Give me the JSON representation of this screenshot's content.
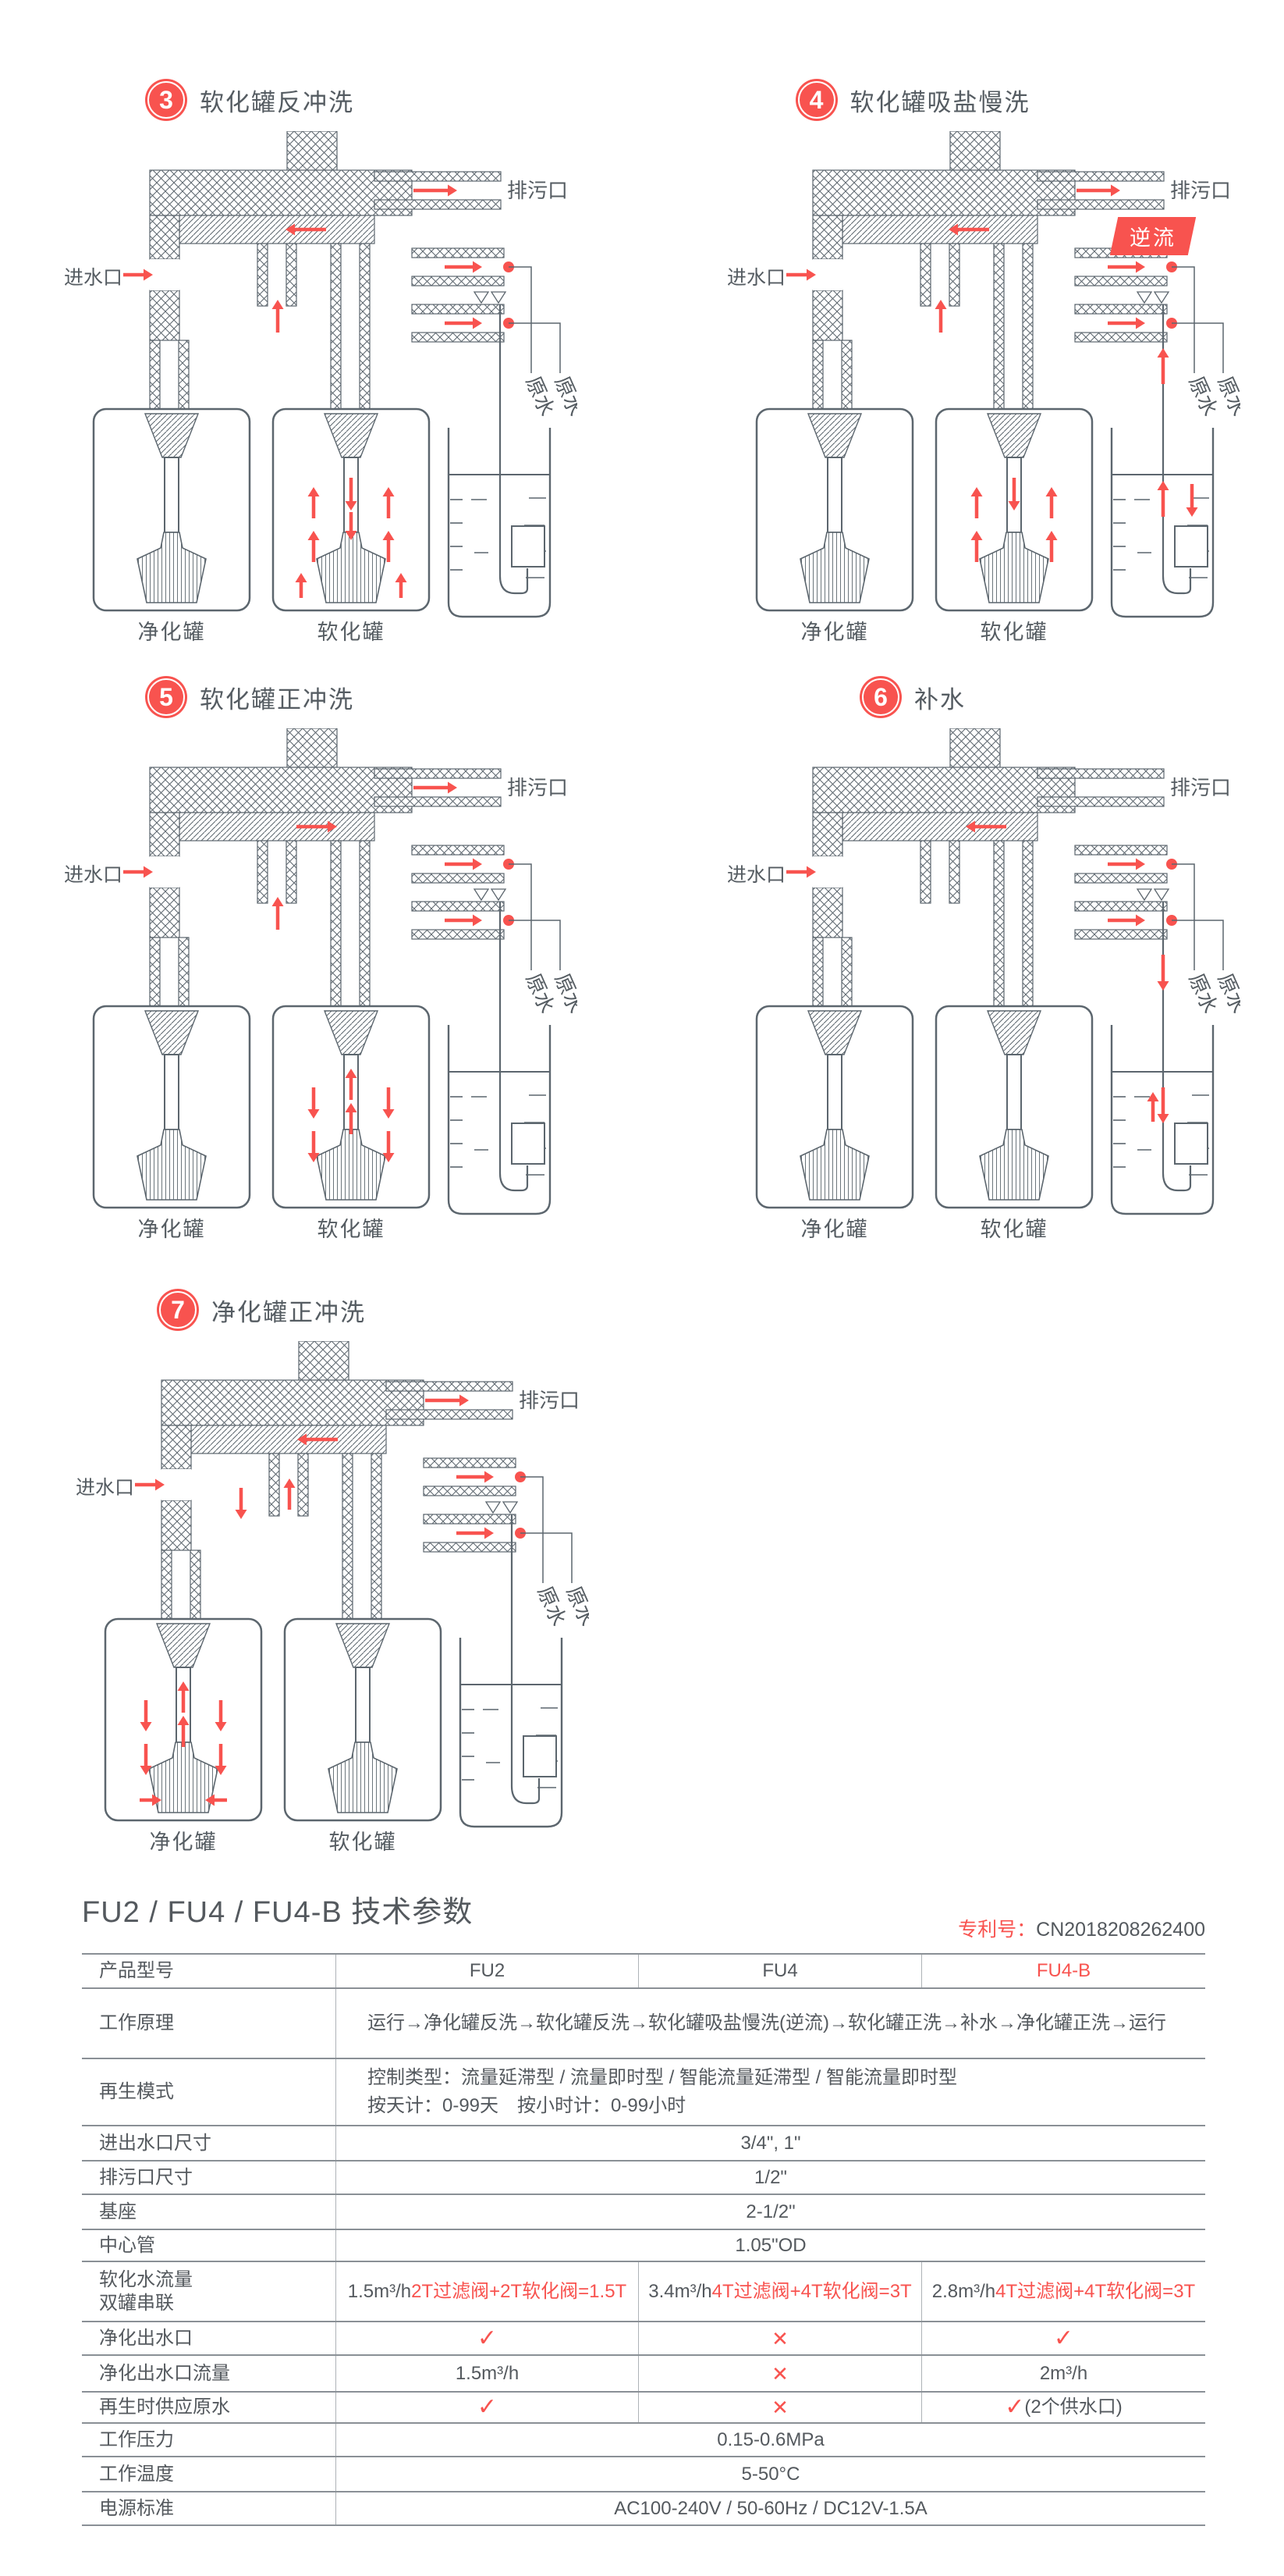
{
  "colors": {
    "accent_red": "#F8534F",
    "line_gray": "#5C666E",
    "text_gray": "#555C62",
    "table_border_heavy": "#8A9096",
    "table_border_light": "#AEB3B7"
  },
  "diagram_labels": {
    "drain": "排污口",
    "inlet": "进水口",
    "raw_water": "原水",
    "tank1": "净化罐",
    "tank2": "软化罐"
  },
  "diagrams": [
    {
      "number": "3",
      "title": "软化罐反冲洗",
      "badge": "",
      "variant": "backwash"
    },
    {
      "number": "4",
      "title": "软化罐吸盐慢洗",
      "badge": "逆流",
      "variant": "brine"
    },
    {
      "number": "5",
      "title": "软化罐正冲洗",
      "badge": "",
      "variant": "fastrinse2"
    },
    {
      "number": "6",
      "title": "补水",
      "badge": "",
      "variant": "refill"
    },
    {
      "number": "7",
      "title": "净化罐正冲洗",
      "badge": "",
      "variant": "fastrinse1"
    }
  ],
  "section": {
    "title": "FU2 / FU4 / FU4-B 技术参数",
    "patent_label": "专利号：",
    "patent_number": "CN2018208262400"
  },
  "table": {
    "marks": {
      "check": "✓",
      "cross": "✕"
    },
    "rows": [
      {
        "label": "产品型号",
        "h": 44,
        "cells": [
          {
            "t": "FU2"
          },
          {
            "t": "FU4"
          },
          {
            "t": "FU4-B",
            "red": true
          }
        ]
      },
      {
        "label": "工作原理",
        "h": 90,
        "align": "left",
        "span": "运行→净化罐反洗→软化罐反洗→软化罐吸盐慢洗(逆流)→软化罐正洗→补水→净化罐正洗→运行"
      },
      {
        "label": "再生模式",
        "h": 86,
        "align": "left",
        "span": "控制类型：流量延滞型 / 流量即时型 / 智能流量延滞型 / 智能流量即时型\n按天计：0-99天　按小时计：0-99小时"
      },
      {
        "label": "进出水口尺寸",
        "h": 45,
        "span": "3/4\", 1\""
      },
      {
        "label": "排污口尺寸",
        "h": 43,
        "span": "1/2\""
      },
      {
        "label": "基座",
        "h": 45,
        "span": "2-1/2\""
      },
      {
        "label": "中心管",
        "h": 41,
        "span": "1.05\"OD"
      },
      {
        "label": "软化水流量\n双罐串联",
        "h": 77,
        "cells": [
          {
            "t": "1.5m³/h ",
            "red2": "2T过滤阀+2T软化阀=1.5T"
          },
          {
            "t": "3.4m³/h ",
            "red2": "4T过滤阀+4T软化阀=3T"
          },
          {
            "t": "2.8m³/h ",
            "red2": "4T过滤阀+4T软化阀=3T"
          }
        ]
      },
      {
        "label": "净化出水口",
        "h": 43,
        "cells": [
          {
            "mark": "check"
          },
          {
            "mark": "cross"
          },
          {
            "mark": "check"
          }
        ]
      },
      {
        "label": "净化出水口流量",
        "h": 47,
        "cells": [
          {
            "t": "1.5m³/h"
          },
          {
            "mark": "cross"
          },
          {
            "t": "2m³/h"
          }
        ]
      },
      {
        "label": "再生时供应原水",
        "h": 40,
        "cells": [
          {
            "mark": "check"
          },
          {
            "mark": "cross"
          },
          {
            "mark": "check",
            "suffix": "(2个供水口)"
          }
        ]
      },
      {
        "label": "工作压力",
        "h": 43,
        "span": "0.15-0.6MPa"
      },
      {
        "label": "工作温度",
        "h": 45,
        "span": "5-50°C"
      },
      {
        "label": "电源标准",
        "h": 45,
        "span": "AC100-240V / 50-60Hz / DC12V-1.5A"
      }
    ]
  }
}
